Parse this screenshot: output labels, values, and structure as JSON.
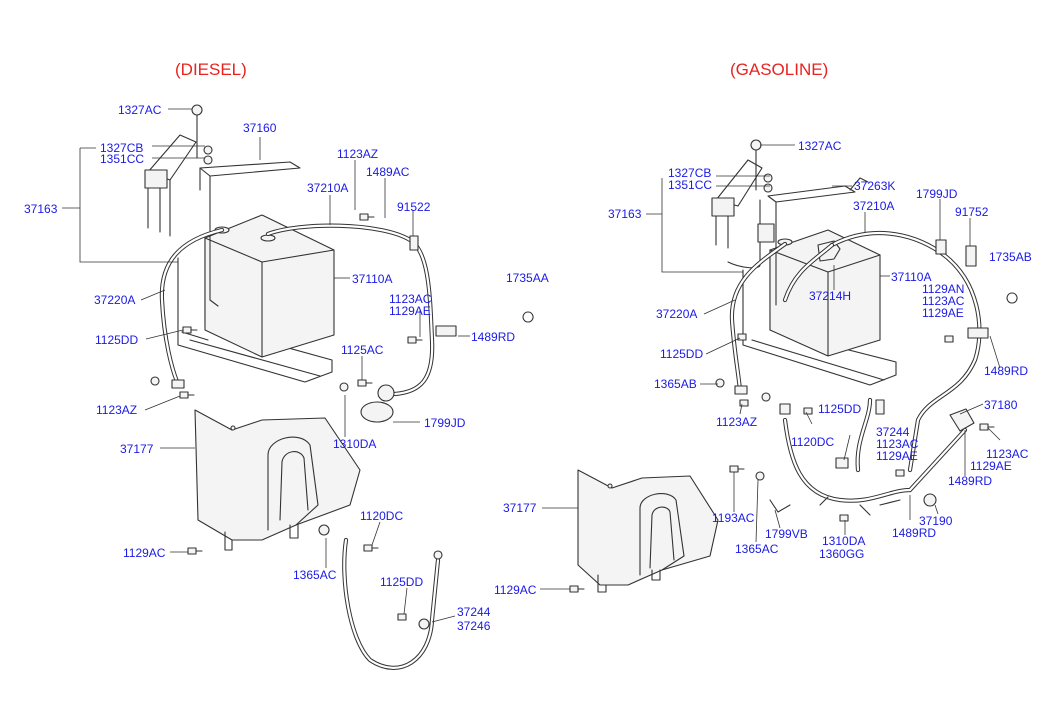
{
  "titles": {
    "diesel": "(DIESEL)",
    "gasoline": "(GASOLINE)"
  },
  "diesel": {
    "labels": {
      "p1327AC": "1327AC",
      "p1327CB": "1327CB",
      "p1351CC": "1351CC",
      "p37160": "37160",
      "p37163": "37163",
      "p1123AZ_top": "1123AZ",
      "p1489AC": "1489AC",
      "p37210A": "37210A",
      "p91522": "91522",
      "p37110A": "37110A",
      "p37220A": "37220A",
      "p1123AC": "1123AC",
      "p1129AE": "1129AE",
      "p1489RD": "1489RD",
      "p1125DD": "1125DD",
      "p1125AC": "1125AC",
      "p1123AZ_low": "1123AZ",
      "p1799JD": "1799JD",
      "p37177": "37177",
      "p1310DA": "1310DA",
      "p1120DC": "1120DC",
      "p1129AC": "1129AC",
      "p1365AC": "1365AC",
      "p1125DD_low": "1125DD",
      "p37244": "37244",
      "p37246": "37246"
    }
  },
  "gasoline": {
    "labels": {
      "p1327AC": "1327AC",
      "p1327CB": "1327CB",
      "p1351CC": "1351CC",
      "p37263K": "37263K",
      "p1799JD": "1799JD",
      "p37163": "37163",
      "p37210A": "37210A",
      "p91752": "91752",
      "p1735AB": "1735AB",
      "p37110A": "37110A",
      "p37214H": "37214H",
      "p1129AN": "1129AN",
      "p1123AC": "1123AC",
      "p1129AE": "1129AE",
      "p37220A": "37220A",
      "p1125DD": "1125DD",
      "p1365AB": "1365AB",
      "p1489RD": "1489RD",
      "p1125DD_mid": "1125DD",
      "p37180": "37180",
      "p1123AZ": "1123AZ",
      "p1120DC": "1120DC",
      "p37244": "37244",
      "p1123AC_mid": "1123AC",
      "p1129AE_mid": "1129AE",
      "p1123AC_r": "1123AC",
      "p1129AE_r": "1129AE",
      "p37177": "37177",
      "p1193AC": "1193AC",
      "p1489RD_low": "1489RD",
      "p37190": "37190",
      "p1799VB": "1799VB",
      "p1365AC": "1365AC",
      "p1310DA": "1310DA",
      "p1360GG": "1360GG",
      "p1489RD_b": "1489RD",
      "p1129AC": "1129AC"
    }
  },
  "misc": {
    "p1735AA": "1735AA"
  }
}
